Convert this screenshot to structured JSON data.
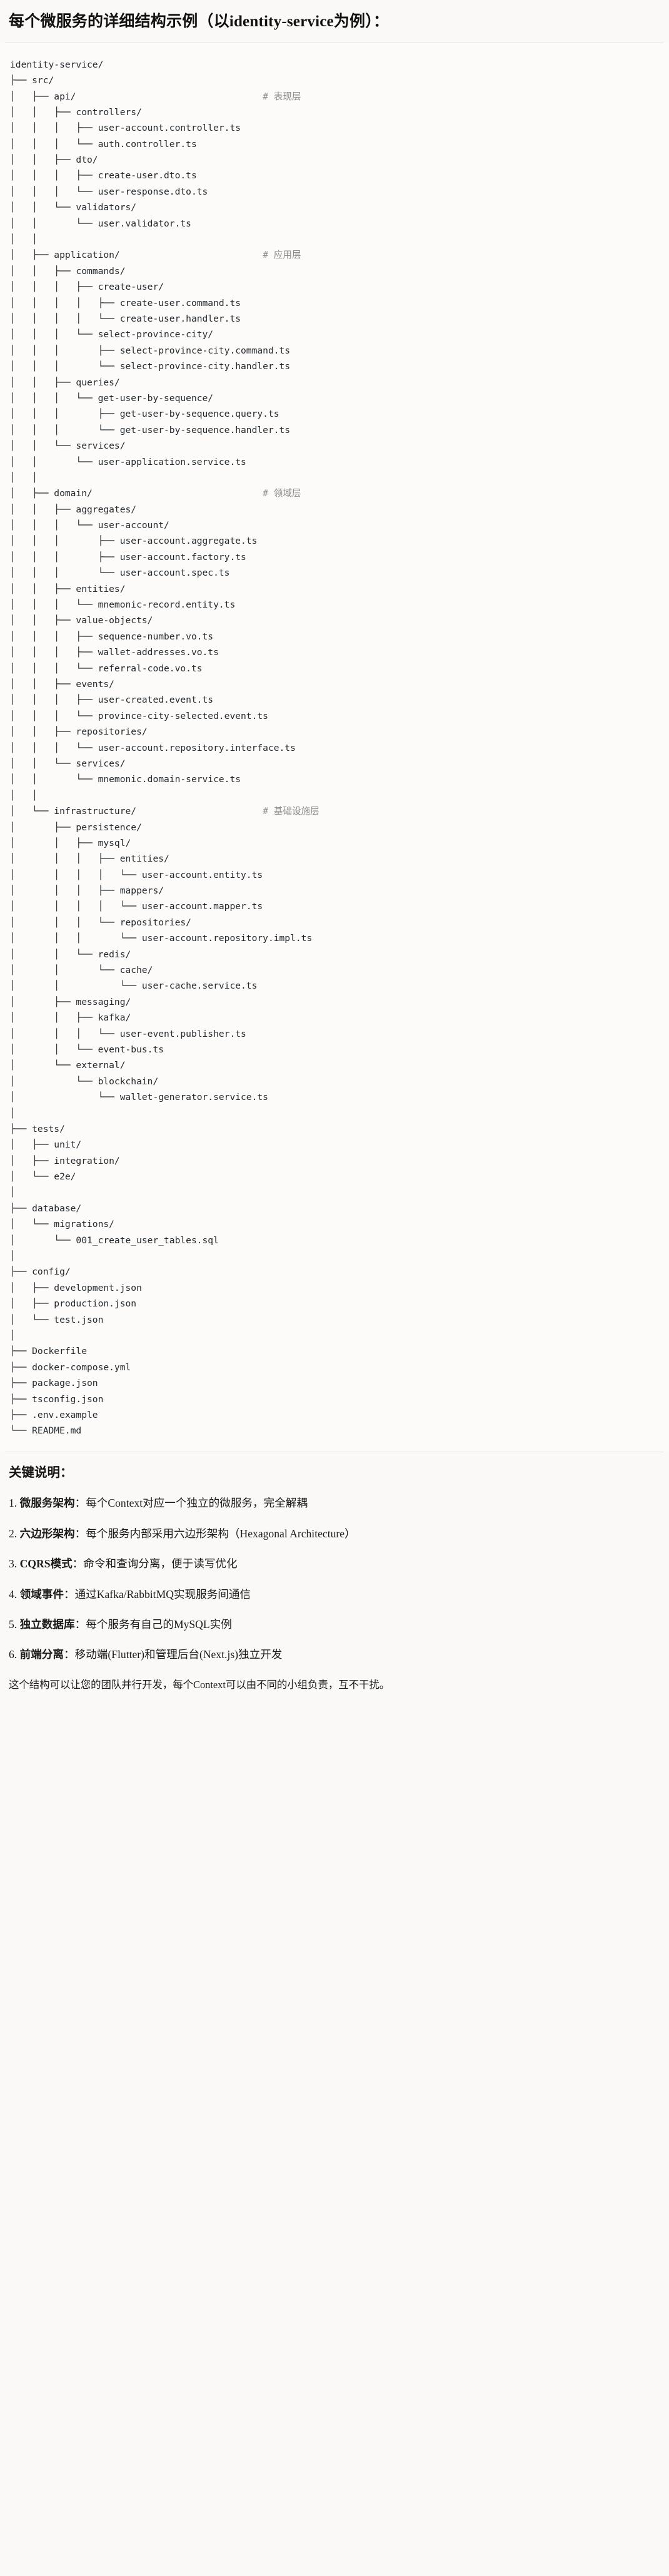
{
  "heading": {
    "text": "每个微服务的详细结构示例（以identity-service为例）："
  },
  "tree": {
    "root": "identity-service/",
    "lines": [
      {
        "text": "identity-service/",
        "comment": ""
      },
      {
        "text": "├── src/",
        "comment": ""
      },
      {
        "text": "│   ├── api/",
        "comment": "# 表现层"
      },
      {
        "text": "│   │   ├── controllers/",
        "comment": ""
      },
      {
        "text": "│   │   │   ├── user-account.controller.ts",
        "comment": ""
      },
      {
        "text": "│   │   │   └── auth.controller.ts",
        "comment": ""
      },
      {
        "text": "│   │   ├── dto/",
        "comment": ""
      },
      {
        "text": "│   │   │   ├── create-user.dto.ts",
        "comment": ""
      },
      {
        "text": "│   │   │   └── user-response.dto.ts",
        "comment": ""
      },
      {
        "text": "│   │   └── validators/",
        "comment": ""
      },
      {
        "text": "│   │       └── user.validator.ts",
        "comment": ""
      },
      {
        "text": "│   │",
        "comment": ""
      },
      {
        "text": "│   ├── application/",
        "comment": "# 应用层"
      },
      {
        "text": "│   │   ├── commands/",
        "comment": ""
      },
      {
        "text": "│   │   │   ├── create-user/",
        "comment": ""
      },
      {
        "text": "│   │   │   │   ├── create-user.command.ts",
        "comment": ""
      },
      {
        "text": "│   │   │   │   └── create-user.handler.ts",
        "comment": ""
      },
      {
        "text": "│   │   │   └── select-province-city/",
        "comment": ""
      },
      {
        "text": "│   │   │       ├── select-province-city.command.ts",
        "comment": ""
      },
      {
        "text": "│   │   │       └── select-province-city.handler.ts",
        "comment": ""
      },
      {
        "text": "│   │   ├── queries/",
        "comment": ""
      },
      {
        "text": "│   │   │   └── get-user-by-sequence/",
        "comment": ""
      },
      {
        "text": "│   │   │       ├── get-user-by-sequence.query.ts",
        "comment": ""
      },
      {
        "text": "│   │   │       └── get-user-by-sequence.handler.ts",
        "comment": ""
      },
      {
        "text": "│   │   └── services/",
        "comment": ""
      },
      {
        "text": "│   │       └── user-application.service.ts",
        "comment": ""
      },
      {
        "text": "│   │",
        "comment": ""
      },
      {
        "text": "│   ├── domain/",
        "comment": "# 领域层"
      },
      {
        "text": "│   │   ├── aggregates/",
        "comment": ""
      },
      {
        "text": "│   │   │   └── user-account/",
        "comment": ""
      },
      {
        "text": "│   │   │       ├── user-account.aggregate.ts",
        "comment": ""
      },
      {
        "text": "│   │   │       ├── user-account.factory.ts",
        "comment": ""
      },
      {
        "text": "│   │   │       └── user-account.spec.ts",
        "comment": ""
      },
      {
        "text": "│   │   ├── entities/",
        "comment": ""
      },
      {
        "text": "│   │   │   └── mnemonic-record.entity.ts",
        "comment": ""
      },
      {
        "text": "│   │   ├── value-objects/",
        "comment": ""
      },
      {
        "text": "│   │   │   ├── sequence-number.vo.ts",
        "comment": ""
      },
      {
        "text": "│   │   │   ├── wallet-addresses.vo.ts",
        "comment": ""
      },
      {
        "text": "│   │   │   └── referral-code.vo.ts",
        "comment": ""
      },
      {
        "text": "│   │   ├── events/",
        "comment": ""
      },
      {
        "text": "│   │   │   ├── user-created.event.ts",
        "comment": ""
      },
      {
        "text": "│   │   │   └── province-city-selected.event.ts",
        "comment": ""
      },
      {
        "text": "│   │   ├── repositories/",
        "comment": ""
      },
      {
        "text": "│   │   │   └── user-account.repository.interface.ts",
        "comment": ""
      },
      {
        "text": "│   │   └── services/",
        "comment": ""
      },
      {
        "text": "│   │       └── mnemonic.domain-service.ts",
        "comment": ""
      },
      {
        "text": "│   │",
        "comment": ""
      },
      {
        "text": "│   └── infrastructure/",
        "comment": "# 基础设施层"
      },
      {
        "text": "│       ├── persistence/",
        "comment": ""
      },
      {
        "text": "│       │   ├── mysql/",
        "comment": ""
      },
      {
        "text": "│       │   │   ├── entities/",
        "comment": ""
      },
      {
        "text": "│       │   │   │   └── user-account.entity.ts",
        "comment": ""
      },
      {
        "text": "│       │   │   ├── mappers/",
        "comment": ""
      },
      {
        "text": "│       │   │   │   └── user-account.mapper.ts",
        "comment": ""
      },
      {
        "text": "│       │   │   └── repositories/",
        "comment": ""
      },
      {
        "text": "│       │   │       └── user-account.repository.impl.ts",
        "comment": ""
      },
      {
        "text": "│       │   └── redis/",
        "comment": ""
      },
      {
        "text": "│       │       └── cache/",
        "comment": ""
      },
      {
        "text": "│       │           └── user-cache.service.ts",
        "comment": ""
      },
      {
        "text": "│       ├── messaging/",
        "comment": ""
      },
      {
        "text": "│       │   ├── kafka/",
        "comment": ""
      },
      {
        "text": "│       │   │   └── user-event.publisher.ts",
        "comment": ""
      },
      {
        "text": "│       │   └── event-bus.ts",
        "comment": ""
      },
      {
        "text": "│       └── external/",
        "comment": ""
      },
      {
        "text": "│           └── blockchain/",
        "comment": ""
      },
      {
        "text": "│               └── wallet-generator.service.ts",
        "comment": ""
      },
      {
        "text": "│",
        "comment": ""
      },
      {
        "text": "├── tests/",
        "comment": ""
      },
      {
        "text": "│   ├── unit/",
        "comment": ""
      },
      {
        "text": "│   ├── integration/",
        "comment": ""
      },
      {
        "text": "│   └── e2e/",
        "comment": ""
      },
      {
        "text": "│",
        "comment": ""
      },
      {
        "text": "├── database/",
        "comment": ""
      },
      {
        "text": "│   └── migrations/",
        "comment": ""
      },
      {
        "text": "│       └── 001_create_user_tables.sql",
        "comment": ""
      },
      {
        "text": "│",
        "comment": ""
      },
      {
        "text": "├── config/",
        "comment": ""
      },
      {
        "text": "│   ├── development.json",
        "comment": ""
      },
      {
        "text": "│   ├── production.json",
        "comment": ""
      },
      {
        "text": "│   └── test.json",
        "comment": ""
      },
      {
        "text": "│",
        "comment": ""
      },
      {
        "text": "├── Dockerfile",
        "comment": ""
      },
      {
        "text": "├── docker-compose.yml",
        "comment": ""
      },
      {
        "text": "├── package.json",
        "comment": ""
      },
      {
        "text": "├── tsconfig.json",
        "comment": ""
      },
      {
        "text": "├── .env.example",
        "comment": ""
      },
      {
        "text": "└── README.md",
        "comment": ""
      }
    ],
    "comment_column": 46
  },
  "notes": {
    "title": "关键说明：",
    "items": [
      {
        "num": "1.",
        "term": "微服务架构",
        "sep": "：",
        "desc": "每个Context对应一个独立的微服务，完全解耦"
      },
      {
        "num": "2.",
        "term": "六边形架构",
        "sep": "：",
        "desc": "每个服务内部采用六边形架构（Hexagonal Architecture）"
      },
      {
        "num": "3.",
        "term": "CQRS模式",
        "sep": "：",
        "desc": "命令和查询分离，便于读写优化"
      },
      {
        "num": "4.",
        "term": "领域事件",
        "sep": "：",
        "desc": "通过Kafka/RabbitMQ实现服务间通信"
      },
      {
        "num": "5.",
        "term": "独立数据库",
        "sep": "：",
        "desc": "每个服务有自己的MySQL实例"
      },
      {
        "num": "6.",
        "term": "前端分离",
        "sep": "：",
        "desc": "移动端(Flutter)和管理后台(Next.js)独立开发"
      }
    ],
    "closing": "这个结构可以让您的团队并行开发，每个Context可以由不同的小组负责，互不干扰。"
  },
  "colors": {
    "page_background": "#faf9f7",
    "code_background": "#fcfbfa",
    "text": "#1b1b1b",
    "code_text": "#24292e",
    "comment_text": "#8a8a8a",
    "rule": "#e3e1dd"
  }
}
